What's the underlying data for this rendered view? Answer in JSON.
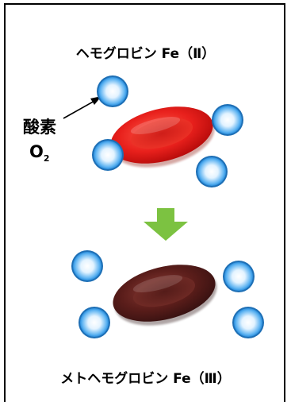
{
  "labels": {
    "top_title": "ヘモグロビン Fe（Ⅱ）",
    "oxygen_name": "酸素",
    "oxygen_formula_base": "O",
    "oxygen_formula_subscript": "2",
    "bottom_title": "メトヘモグロビン Fe（Ⅲ）"
  },
  "colors": {
    "hemoglobin_cell": "#e8201c",
    "methemoglobin_cell": "#5a1d1a",
    "oxygen_molecule": "#4aa8ee",
    "arrow": "#7cc241"
  },
  "icons": {
    "cell_top": "red-blood-cell-icon",
    "cell_bottom": "brown-blood-cell-icon",
    "oxygen": "oxygen-molecule-icon",
    "transition": "arrow-down-icon"
  }
}
